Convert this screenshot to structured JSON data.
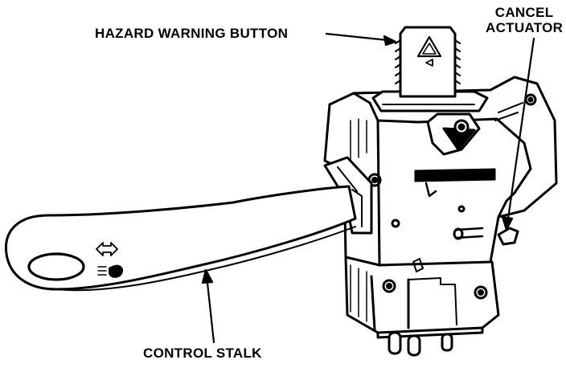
{
  "labels": {
    "hazard_warning_button": "HAZARD WARNING BUTTON",
    "cancel_actuator_line1": "CANCEL",
    "cancel_actuator_line2": "ACTUATOR",
    "control_stalk": "CONTROL STALK"
  },
  "colors": {
    "ink": "#000000",
    "paper": "#ffffff"
  }
}
